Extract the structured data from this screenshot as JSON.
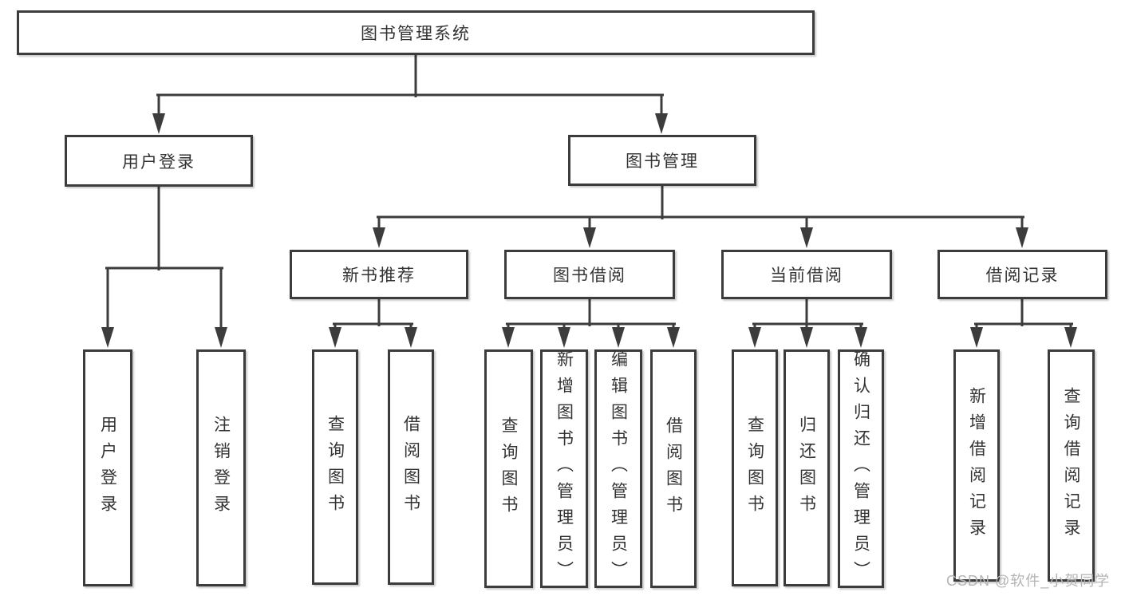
{
  "diagram": {
    "root": {
      "label": "图书管理系统"
    },
    "branches": [
      {
        "label": "用户登录",
        "children": [
          {
            "label": "用户登录"
          },
          {
            "label": "注销登录"
          }
        ]
      },
      {
        "label": "图书管理",
        "children": [
          {
            "label": "新书推荐",
            "children": [
              {
                "label": "查询图书"
              },
              {
                "label": "借阅图书"
              }
            ]
          },
          {
            "label": "图书借阅",
            "children": [
              {
                "label": "查询图书"
              },
              {
                "label": "新增图书（管理员）"
              },
              {
                "label": "编辑图书（管理员）"
              },
              {
                "label": "借阅图书"
              }
            ]
          },
          {
            "label": "当前借阅",
            "children": [
              {
                "label": "查询图书"
              },
              {
                "label": "归还图书"
              },
              {
                "label": "确认归还（管理员）"
              }
            ]
          },
          {
            "label": "借阅记录",
            "children": [
              {
                "label": "新增借阅记录"
              },
              {
                "label": "查询借阅记录"
              }
            ]
          }
        ]
      }
    ],
    "watermark": "CSDN @软件_小贺同学",
    "colors": {
      "line": "#3c3c3c",
      "text": "#333333",
      "watermark": "#b4b4b4",
      "background": "#ffffff"
    }
  }
}
